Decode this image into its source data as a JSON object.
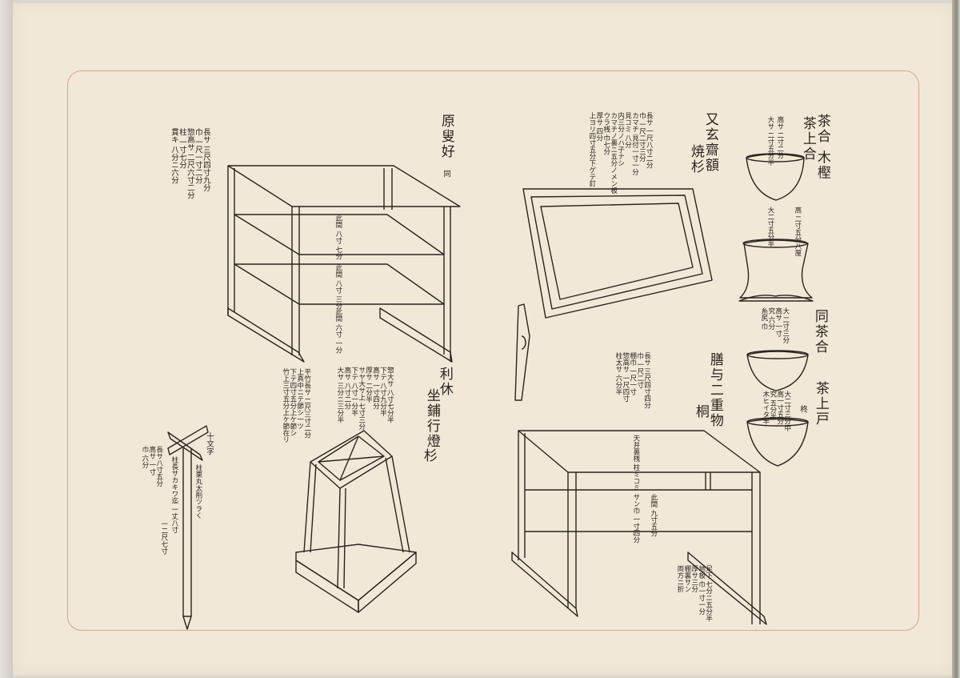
{
  "page": {
    "description": "Scanned woodblock print page of tea-ceremony furniture and utensils with Japanese measurement annotations",
    "colors": {
      "paper": "#f1e8d8",
      "ink": "#2a241c",
      "frame_line": "#d9a590"
    }
  },
  "items": [
    {
      "id": "shelf",
      "title": "原叟好",
      "subtitle": "同",
      "specs": [
        "長サ 三尺四寸九分",
        "巾 一尺一寸二分",
        "惣高サ 二尺六寸二分",
        "柱 一寸七分",
        "貫キ 八分ニ六分"
      ],
      "shelf_labels": [
        {
          "text": "此間 八寸 七分"
        },
        {
          "text": "此間 八寸 三分"
        },
        {
          "text": "此間 六寸 一分"
        }
      ]
    },
    {
      "id": "frame-tray",
      "title": "又玄齋額",
      "subtitle": "焼杉",
      "specs": [
        "長サ 一尺八寸二分",
        "巾 一尺二寸三分",
        "カマチ 見付一寸一分",
        "見コミ 八分",
        "内三分ノハ子ナシ",
        "カマチノ裏ニ五分ノメン板",
        "ウラ桟 巾七分",
        "厚サ 四分",
        "上ヨリ四寸五分下ゲテ釘"
      ]
    },
    {
      "id": "tea-caddies",
      "title": "茶合 木樫",
      "subtitle": "茶上合",
      "specs_top": [
        "大サ 二寸五分半",
        "高サ 二寸二分"
      ],
      "specs_mid": [
        "大二寸五分半",
        "高 二寸五分八厘"
      ],
      "title_2": "同茶合",
      "specs_2": [
        "大 二寸三分",
        "高サ 一寸",
        "究 六分",
        "糸尻 巾"
      ],
      "title_3": "茶上戸",
      "subtitle_3": "柊",
      "specs_3": [
        "大二寸三分中",
        "高一寸五分",
        "究 五分半",
        "木ヒイタ半"
      ]
    },
    {
      "id": "two-tier-table",
      "title": "膳与二重物",
      "subtitle": "桐",
      "specs": [
        "長サ 三尺四寸四分",
        "巾 一尺二寸",
        "棚巾 一尺一寸",
        "惣高サ 一尺四寸",
        "柱太サ 六分半"
      ],
      "inner_labels": [
        "天井裏桟 柱ミコミ サン巾 一寸四分",
        "此間 九寸五分"
      ],
      "bottom_specs": [
        "足下 七分ニ五分半",
        "地板 巾一寸一分",
        "厚サ三分",
        "棚裏サン",
        "両方ニ折"
      ]
    },
    {
      "id": "lantern-stand",
      "title": "利休",
      "subtitle": "坐鋪行燈",
      "material": "杉",
      "specs": [
        "惣大サ 八寸七分半",
        "下テ 八寸九分半",
        "高サ 一寸四分",
        "厚サ 二分半",
        "サヤ大サ上 七寸三分",
        "下テ 八寸一分半",
        "高サ 八寸二分",
        "大サ 三分ニ三分半"
      ],
      "notes": [
        "平竹長サ 二尺三寸二分",
        "上真中ニテ節シ一ツ",
        "下テ四寸五分上ケ節シ",
        "竹上三寸五分上ケ節在リ"
      ]
    },
    {
      "id": "cross-pole",
      "title": "十文字",
      "specs": [
        "長サ八寸五分",
        "高サ 一寸",
        "巾 六分"
      ],
      "notes": [
        "柱栗丸太削ツラく",
        "柱長サカキワ迄 一丈八寸",
        "一二尺七寸"
      ]
    }
  ]
}
